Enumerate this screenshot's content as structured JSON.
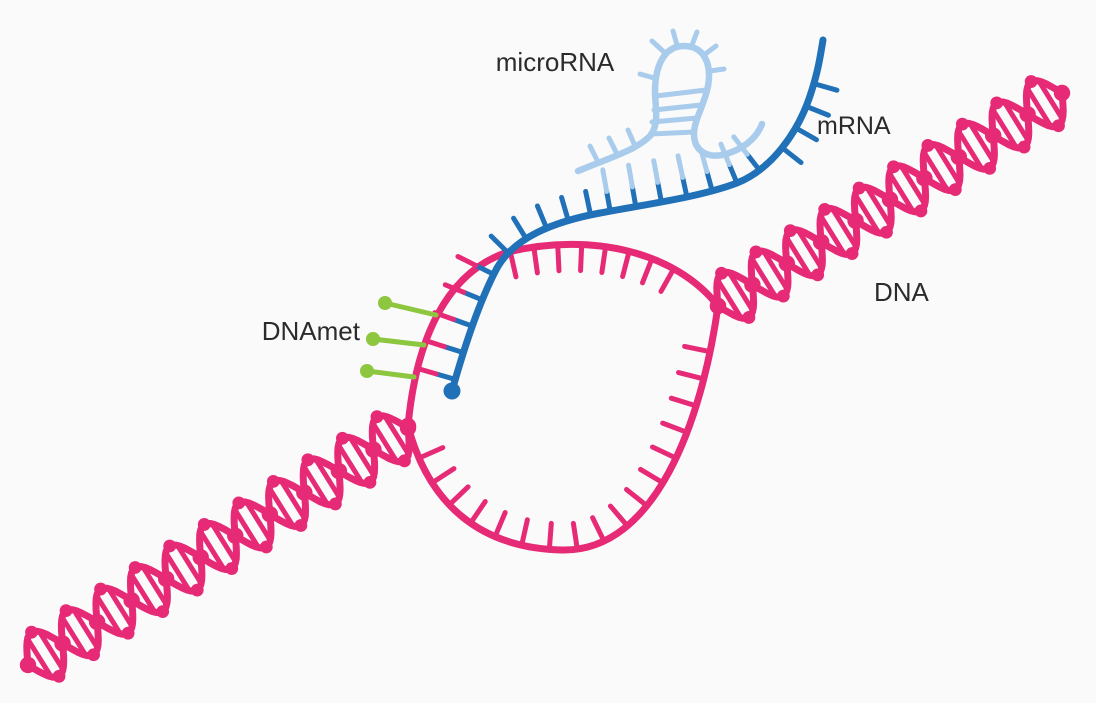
{
  "diagram": {
    "labels": {
      "microrna": "microRNA",
      "mrna": "mRNA",
      "dna": "DNA",
      "dnamet": "DNAmet"
    },
    "colors": {
      "dna_strand": "#e62a76",
      "mrna_strand": "#2071b8",
      "microrna_strand": "#a9ccec",
      "methyl_mark": "#8dc63f",
      "label_text": "#2d2a2b",
      "background": "#fafafa"
    }
  }
}
